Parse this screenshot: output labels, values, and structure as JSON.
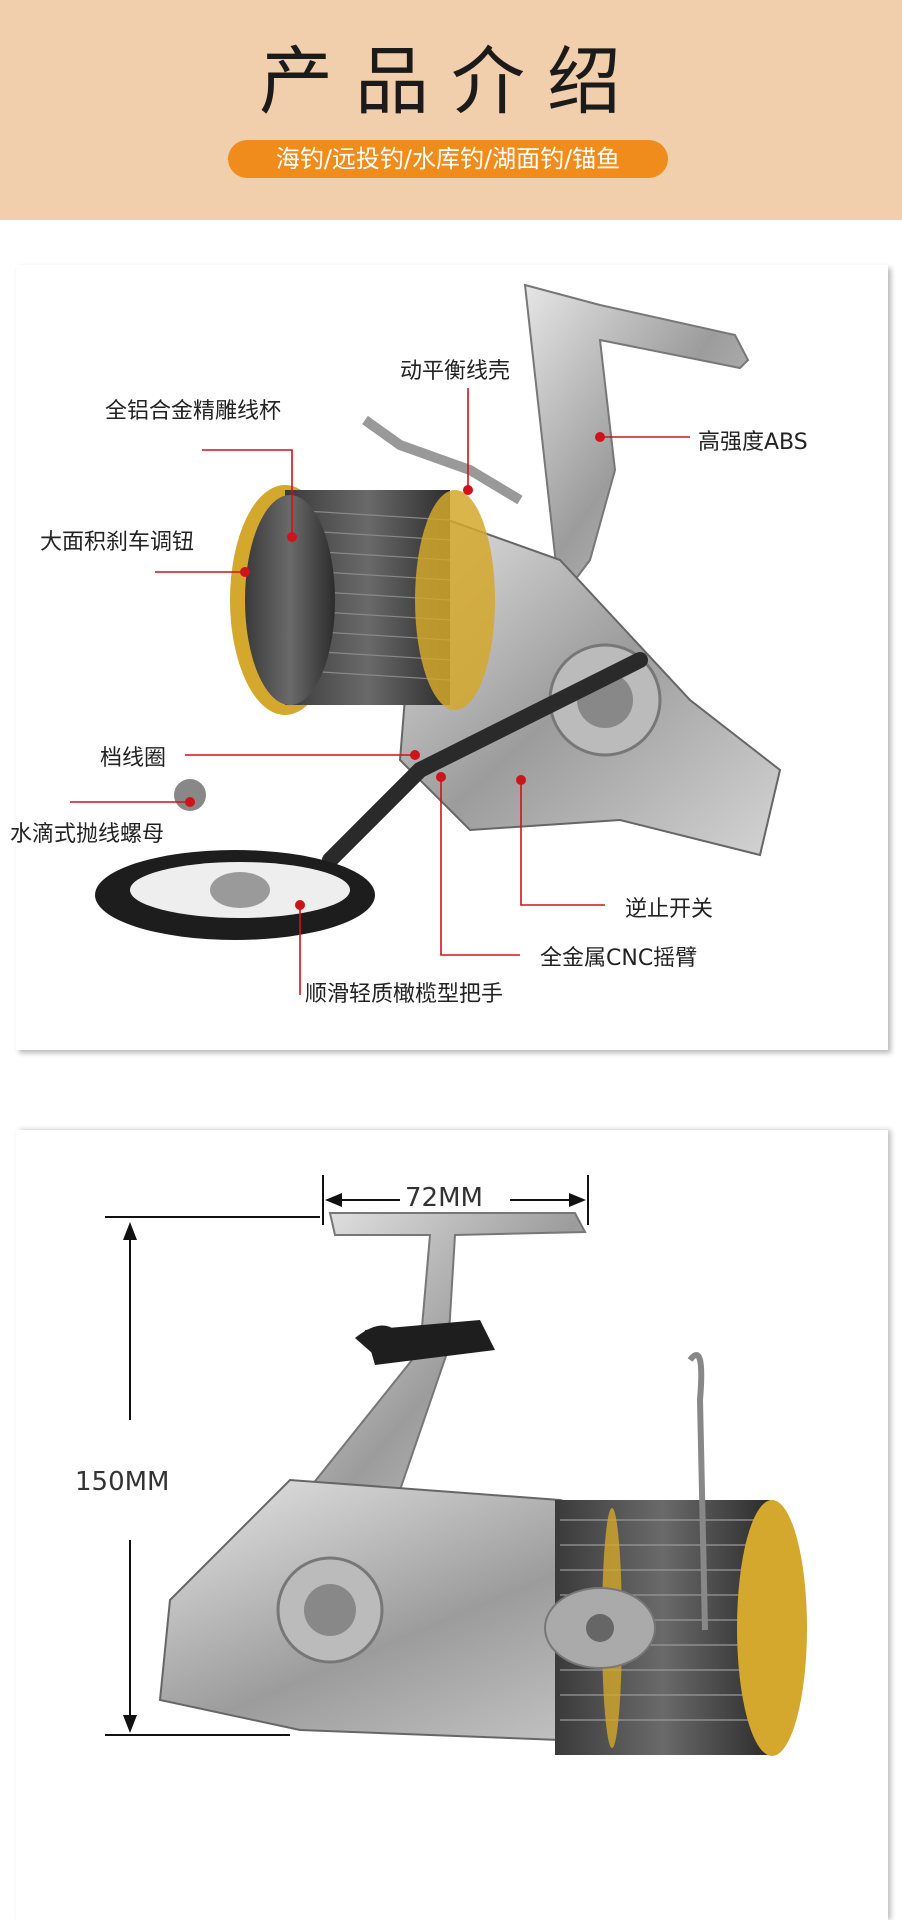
{
  "header": {
    "title": "产品介绍",
    "subtitle": "海钓/远投钓/水库钓/湖面钓/锚鱼"
  },
  "features": {
    "labels": {
      "dynamic_balance": "动平衡线壳",
      "aluminum_spool": "全铝合金精雕线杯",
      "high_strength": "高强度ABS",
      "drag_knob": "大面积刹车调钮",
      "line_roller": "档线圈",
      "drop_nut": "水滴式抛线螺母",
      "anti_reverse": "逆止开关",
      "cnc_arm": "全金属CNC摇臂",
      "handle": "顺滑轻质橄榄型把手"
    }
  },
  "dimensions": {
    "width": "72MM",
    "height": "150MM"
  },
  "colors": {
    "header_bg": "#f2cfac",
    "pill": "#f08c1c",
    "callout_line": "#d0121b",
    "gold": "#d4a82c"
  }
}
